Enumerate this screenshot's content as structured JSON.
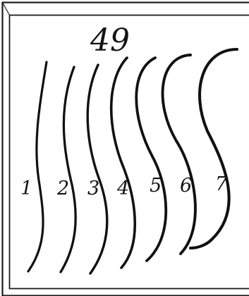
{
  "figure": {
    "number": "49",
    "curves": [
      {
        "label": "1"
      },
      {
        "label": "2"
      },
      {
        "label": "3"
      },
      {
        "label": "4"
      },
      {
        "label": "5"
      },
      {
        "label": "6"
      },
      {
        "label": "7"
      }
    ]
  },
  "colors": {
    "ink": "#111111",
    "paper": "#ffffff"
  }
}
